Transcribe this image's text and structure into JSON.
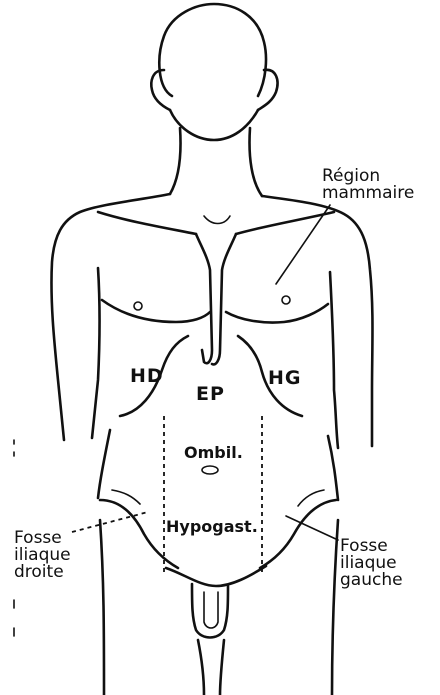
{
  "labels": {
    "region_mammaire": [
      "Région",
      "mammaire"
    ],
    "hd": "HD",
    "hg": "HG",
    "ep": "EP",
    "ombil": "Ombil.",
    "hypogast": "Hypogast.",
    "fosse_iliaque_droite": [
      "Fosse",
      "iliaque",
      "droite"
    ],
    "fosse_iliaque_gauche": [
      "Fosse",
      "iliaque",
      "gauche"
    ]
  }
}
